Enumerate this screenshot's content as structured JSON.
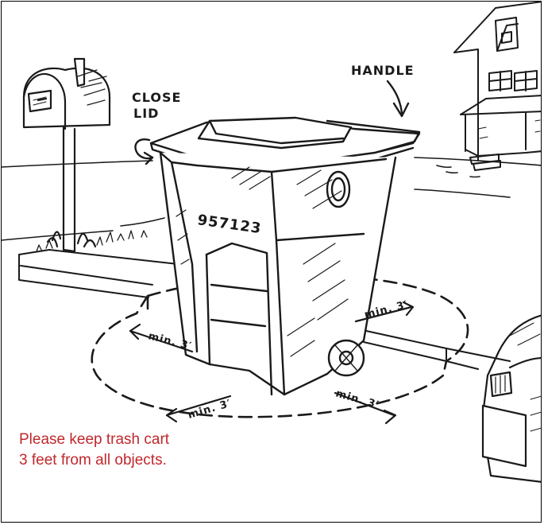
{
  "labels": {
    "handle": "HANDLE",
    "close_lid_line1": "CLOSE",
    "close_lid_line2": "LID",
    "cart_number": "957123",
    "clearance_back_right": "min. 3′",
    "clearance_left": "min. 3′",
    "clearance_front_left": "min. 3′",
    "clearance_front_right": "min. 3′"
  },
  "caption": {
    "text": "Please keep trash cart 3 feet from all objects.",
    "color": "#c0282d"
  },
  "colors": {
    "ink": "#1a1a1a",
    "background": "#ffffff"
  }
}
